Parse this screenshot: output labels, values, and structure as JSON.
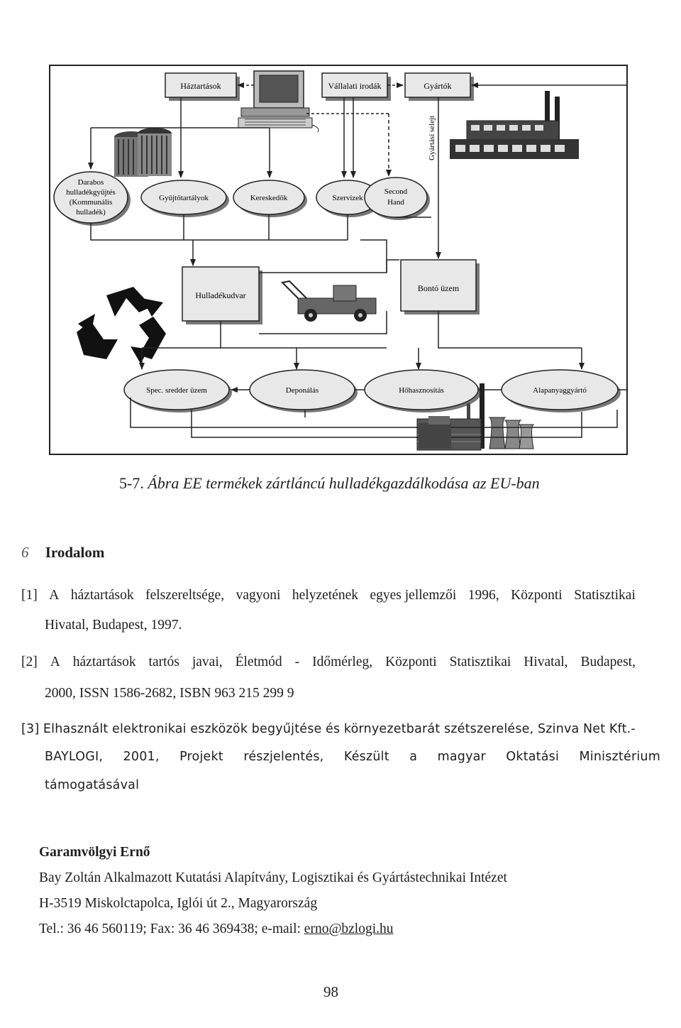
{
  "figure": {
    "top_row": {
      "households": "Háztartások",
      "corporate_offices": "Vállalati irodák",
      "manufacturers": "Gyártók"
    },
    "vertical_label": "Gyártási selejt",
    "collectors": {
      "bulk_collection": [
        "Darabos",
        "hulladékgyűjtés",
        "(Kommunális",
        "hulladék)"
      ],
      "containers": "Gyűjtőtartályok",
      "retailers": "Kereskedők",
      "services": "Szervizek",
      "second_hand": [
        "Second",
        "Hand"
      ]
    },
    "middle_row": {
      "waste_yard": "Hulladékudvar",
      "dismantling_plant": "Bontó üzem"
    },
    "bottom_row": {
      "shredder": "Spec. sredder üzem",
      "landfill": "Deponálás",
      "energy_recovery": "Hőhasznosítás",
      "raw_material": "Alapanyaggyártó"
    }
  },
  "caption": {
    "number": "5-7.",
    "text": "Ábra EE termékek zártláncú hulladékgazdálkodása az EU-ban"
  },
  "section": {
    "number": "6",
    "title": "Irodalom"
  },
  "references": {
    "ref1": {
      "line1": [
        "[1]",
        "A",
        "háztartások",
        "felszereltsége,",
        "vagyoni",
        "helyzetének",
        "egyes jellemzői",
        "1996,",
        "Központi",
        "Statisztikai"
      ],
      "line2": "Hivatal, Budapest, 1997."
    },
    "ref2": {
      "line1": [
        "[2]",
        "A",
        "háztartások",
        "tartós",
        "javai,",
        "Életmód",
        "-",
        "Időmérleg,",
        "Központi",
        "Statisztikai",
        "Hivatal,",
        "Budapest,"
      ],
      "line2": "2000, ISSN 1586-2682, ISBN 963 215 299 9"
    },
    "ref3": {
      "line1": [
        "[3]",
        "Elhasznált",
        "elektronikai",
        "eszközök",
        "begyűjtése",
        "és",
        "környezetbarát",
        "szétszerelése,",
        "Szinva",
        "Net",
        "Kft.-"
      ],
      "line2": [
        "BAYLOGI,",
        "2001,",
        "Projekt",
        "részjelentés,",
        "Készült",
        "a",
        "magyar",
        "Oktatási",
        "Minisztérium"
      ],
      "line3": "támogatásával"
    }
  },
  "author": {
    "name": "Garamvölgyi Ernő",
    "institution": "Bay Zoltán Alkalmazott Kutatási Alapítvány, Logisztikai és Gyártástechnikai Intézet",
    "address": "H-3519 Miskolctapolca, Iglói út 2., Magyarország",
    "contact_prefix": "Tel.: 36 46 560119; Fax: 36 46 369438; e-mail:",
    "email": "erno@bzlogi.hu"
  },
  "page_number": "98"
}
